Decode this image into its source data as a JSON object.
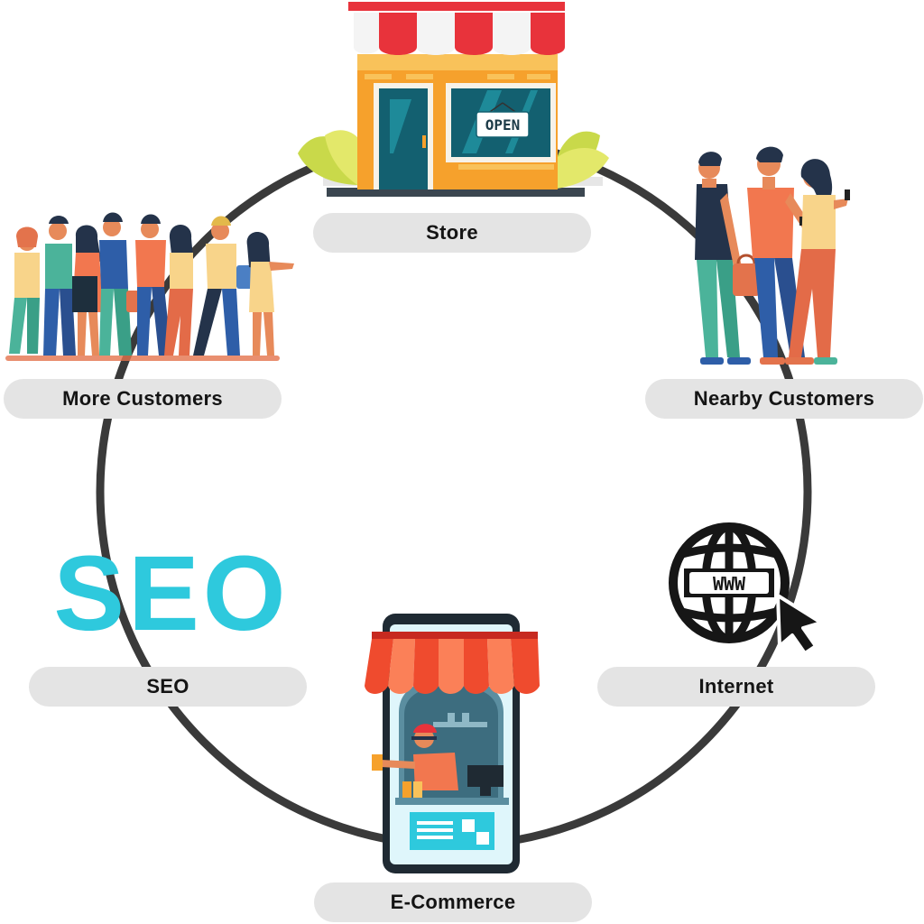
{
  "nodes": {
    "store": {
      "label": "Store"
    },
    "nearby_customers": {
      "label": "Nearby Customers"
    },
    "internet": {
      "label": "Internet"
    },
    "ecommerce": {
      "label": "E-Commerce"
    },
    "seo": {
      "label": "SEO"
    },
    "more_customers": {
      "label": "More Customers"
    }
  },
  "signage": {
    "open_sign": "OPEN",
    "www_badge": "WWW",
    "seo_logo": "SEO"
  },
  "colors": {
    "cycle_ring": "#3a3a3a",
    "pill_bg": "#e4e4e4",
    "seo_cyan": "#2ec9dd",
    "awning_red": "#e8333b",
    "store_orange": "#f6a12c",
    "phone_dark": "#1f2a33"
  },
  "icons": [
    "shop-icon",
    "people-group-icon",
    "globe-www-icon",
    "cursor-icon",
    "mobile-shop-icon",
    "crowd-icon"
  ]
}
